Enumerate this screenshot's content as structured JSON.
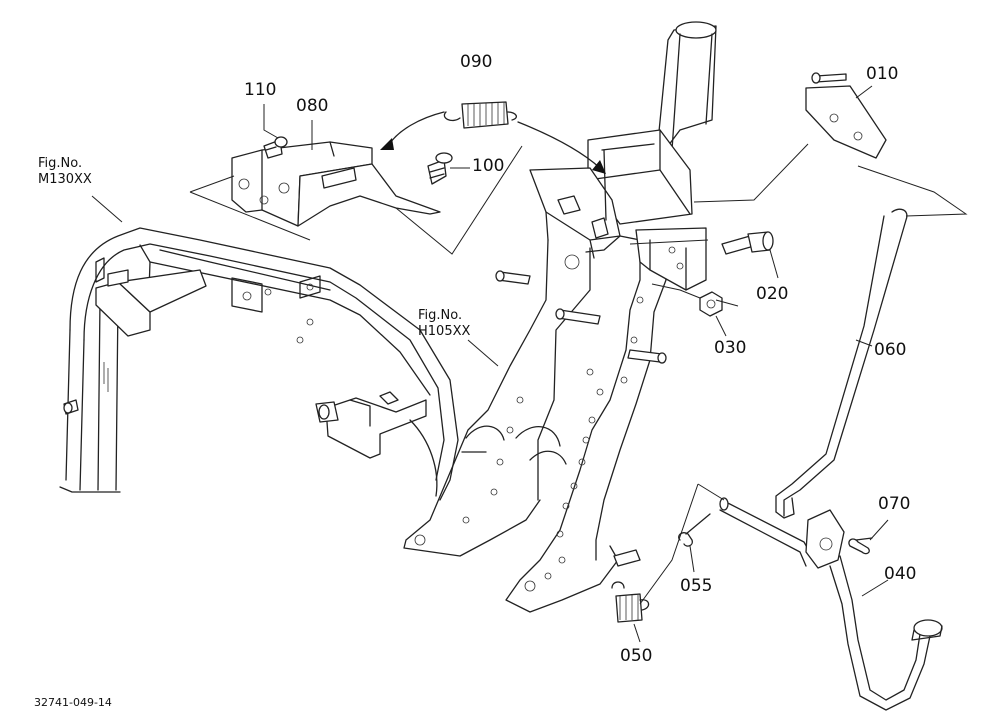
{
  "part_labels": {
    "p010": "010",
    "p020": "020",
    "p030": "030",
    "p040": "040",
    "p050": "050",
    "p055": "055",
    "p060": "060",
    "p070": "070",
    "p080": "080",
    "p090": "090",
    "p100": "100",
    "p110": "110"
  },
  "figure_refs": {
    "m130": {
      "line1": "Fig.No.",
      "line2": "M130XX"
    },
    "h105": {
      "line1": "Fig.No.",
      "line2": "H105XX"
    }
  },
  "drawing_code": "32741-049-14"
}
